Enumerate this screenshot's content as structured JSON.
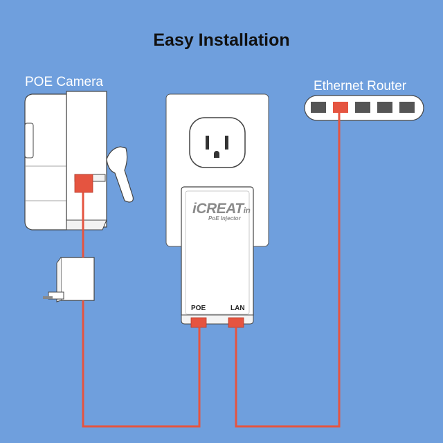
{
  "title": "Easy Installation",
  "labels": {
    "camera": "POE Camera",
    "router": "Ethernet Router"
  },
  "injector": {
    "brand": "iCREAT",
    "brand_suffix": "in",
    "model": "PoE Injector",
    "port_poe": "POE",
    "port_lan": "LAN"
  },
  "colors": {
    "background": "#6f9fdd",
    "cable": "#e55440",
    "device_fill": "#ffffff",
    "outline": "#333333"
  }
}
